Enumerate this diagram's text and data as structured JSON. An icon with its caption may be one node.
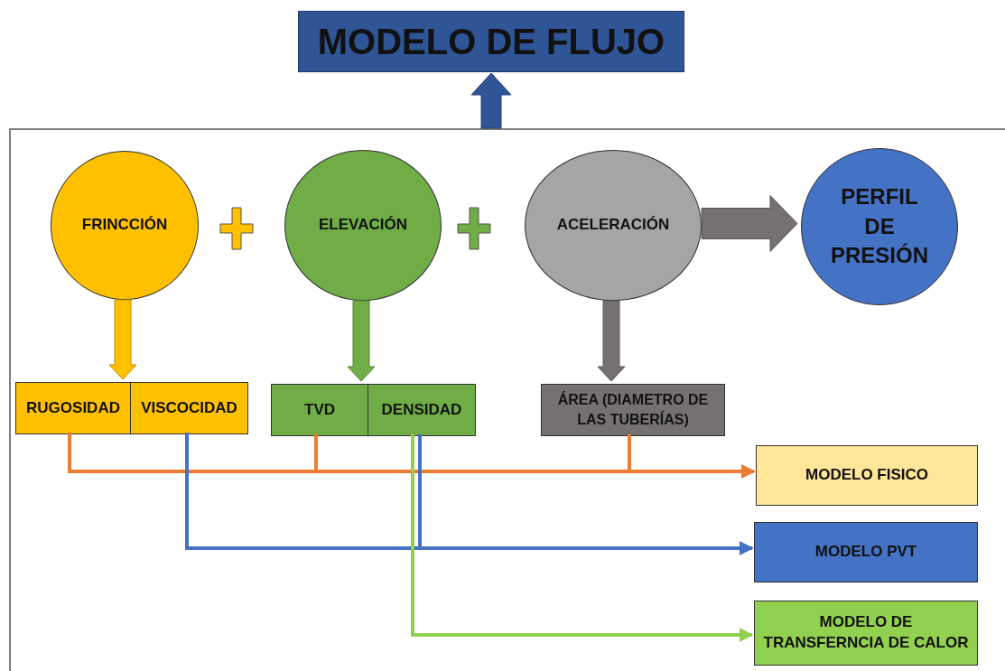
{
  "diagram": {
    "title": "MODELO DE FLUJO",
    "nodes": [
      {
        "text": [],
        "shape": "box"
      },
      {
        "text": [
          "FRINCCIÓN"
        ],
        "in": 0
      },
      {
        "text": [
          "ELEVACIÓN"
        ],
        "in": 0
      },
      {
        "text": [
          "ACELERACIÓN"
        ],
        "in": 0
      },
      {
        "text": [
          "PERFIL DE PRESIÓN"
        ],
        "in": 0
      },
      {
        "text": [
          "RUGOSIDAD"
        ],
        "in": 0
      },
      {
        "text": [
          "VISCOCIDAD"
        ],
        "in": 0
      },
      {
        "text": [
          "TVD"
        ],
        "in": 0
      },
      {
        "text": [
          "DENSIDAD"
        ],
        "in": 0
      },
      {
        "text": [
          "ÁREA (DIAMETRO DE LAS TUBERÍAS)"
        ],
        "in": 0
      },
      {
        "text": [
          "MODELO FISICO"
        ],
        "in": 0
      },
      {
        "text": [
          "MODELO PVT"
        ],
        "in": 0
      },
      {
        "text": [
          "MODELO DE TRANSFERNCIA DE CALOR"
        ],
        "in": 0
      }
    ],
    "edges": [
      {
        "from": 0,
        "to": null,
        "arrow": "to",
        "style": "thick",
        "color": "#2f5597"
      },
      {
        "from": 3,
        "to": 4,
        "arrow": "to",
        "style": "thick",
        "color": "#767171"
      },
      {
        "from": 1,
        "to": 5,
        "arrow": "to",
        "style": "thick",
        "color": "#ffc000"
      },
      {
        "from": 2,
        "to": 7,
        "arrow": "to",
        "style": "thick",
        "color": "#70ad47"
      },
      {
        "from": 3,
        "to": 9,
        "arrow": "to",
        "style": "thick",
        "color": "#767171"
      },
      {
        "from": 5,
        "to": 10,
        "arrow": "to",
        "color": "#ed7d31"
      },
      {
        "from": 7,
        "to": 10,
        "arrow": "to",
        "color": "#ed7d31"
      },
      {
        "from": 9,
        "to": 10,
        "arrow": "to",
        "color": "#ed7d31"
      },
      {
        "from": 6,
        "to": 11,
        "arrow": "to",
        "color": "#4472c4"
      },
      {
        "from": 8,
        "to": 11,
        "arrow": "to",
        "color": "#4472c4"
      },
      {
        "from": 8,
        "to": 12,
        "arrow": "to",
        "color": "#92d050"
      }
    ]
  }
}
